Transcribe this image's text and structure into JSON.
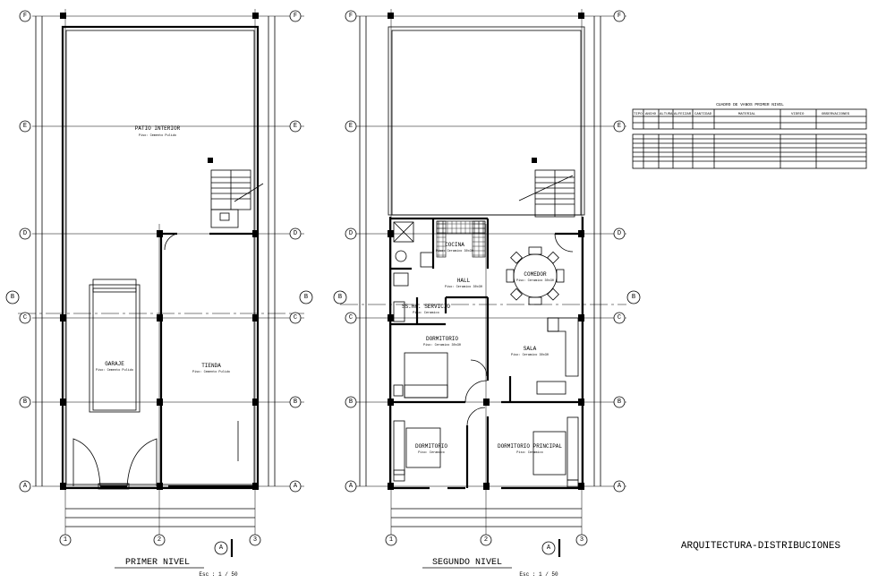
{
  "drawing_title": "ARQUITECTURA-DISTRIBUCIONES",
  "plans": [
    {
      "title": "PRIMER NIVEL",
      "scale": "Esc : 1 / 50",
      "rooms": {
        "patio": "PATIO INTERIOR",
        "garage": "GARAJE",
        "shop": "TIENDA"
      }
    },
    {
      "title": "SEGUNDO NIVEL",
      "scale": "Esc : 1 / 50",
      "rooms": {
        "kitchen": "COCINA",
        "dining": "COMEDOR",
        "hall": "HALL",
        "service": "SS.HH. SERVICIO",
        "bedroom": "DORMITORIO",
        "living": "SALA",
        "bedroom2": "DORMITORIO",
        "master": "DORMITORIO PRINCIPAL"
      }
    }
  ],
  "grid_rows": [
    "F",
    "E",
    "D",
    "C",
    "B",
    "A"
  ],
  "grid_cols": [
    "1",
    "2",
    "3"
  ],
  "section_marks": {
    "horizontal": "B",
    "vertical": "A"
  },
  "schedule": {
    "title": "CUADRO DE VANOS PRIMER NIVEL",
    "headers": [
      "TIPO",
      "ANCHO",
      "ALTURA",
      "ALFEIZAR",
      "CANTIDAD",
      "MATERIAL",
      "VIDRIO",
      "OBSERVACIONES"
    ]
  }
}
